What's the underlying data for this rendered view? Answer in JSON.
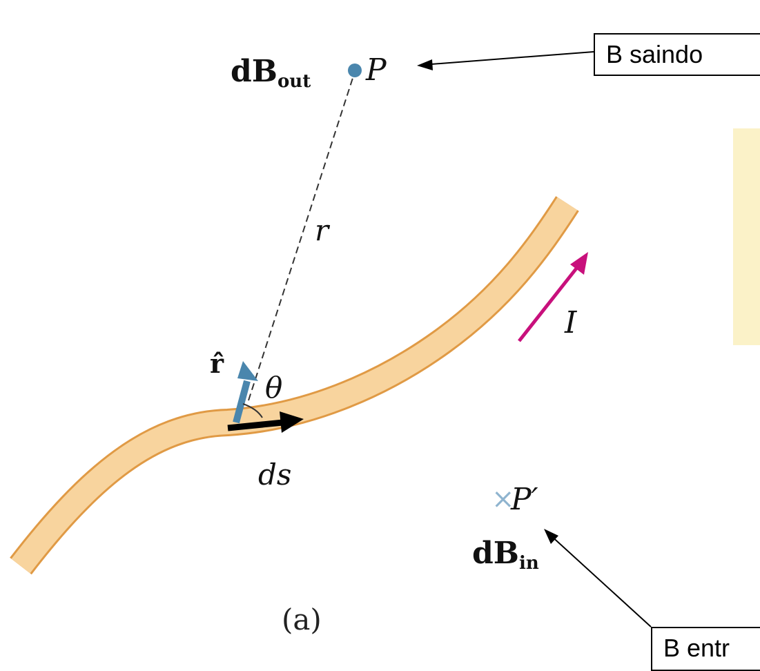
{
  "colors": {
    "wire_fill": "#f8d49e",
    "wire_edge": "#e09a45",
    "point_blue": "#4a86ad",
    "current_arrow": "#c8107c",
    "note_fill": "#fbf2c8"
  },
  "labels": {
    "point_p": "P",
    "point_p_prime": "P′",
    "db_out_main": "dB",
    "db_out_sub": "out",
    "db_in_main": "dB",
    "db_in_sub": "in",
    "r": "r",
    "r_hat": "r̂",
    "theta": "θ",
    "ds": "ds",
    "current": "I",
    "cross_mark": "×",
    "caption": "(a)"
  },
  "callouts": {
    "top": "B saindo",
    "bottom": "B entr"
  }
}
